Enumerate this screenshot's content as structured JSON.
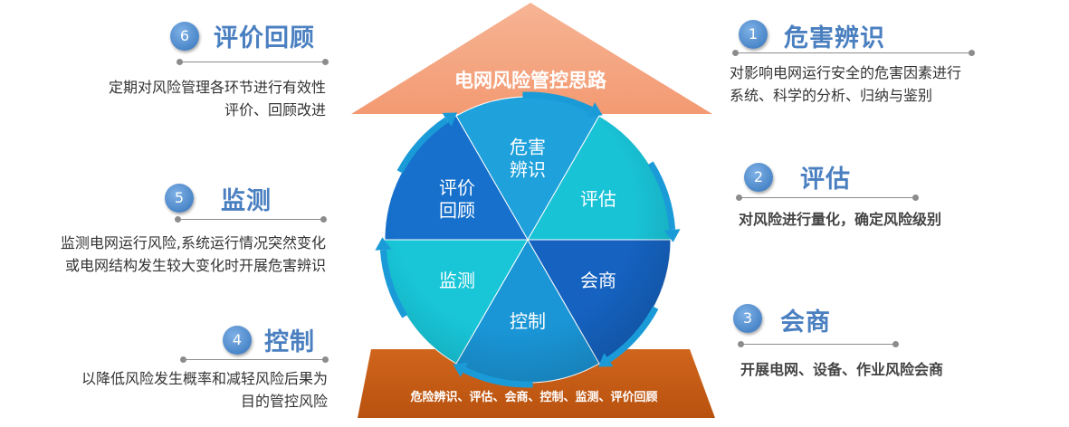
{
  "roof_label": "电网风险管控思路",
  "base_label": "危险辨识、评估、会商、控制、监测、评价回顾",
  "wheel": [
    {
      "lines": [
        "危害",
        "辨识"
      ]
    },
    {
      "lines": [
        "评估"
      ]
    },
    {
      "lines": [
        "会商"
      ]
    },
    {
      "lines": [
        "控制"
      ]
    },
    {
      "lines": [
        "监测"
      ]
    },
    {
      "lines": [
        "评价",
        "回顾"
      ]
    }
  ],
  "steps": [
    {
      "num": "1",
      "title": "危害辨识",
      "desc": [
        "对影响电网运行安全的危害因素进行",
        "系统、科学的分析、归纳与鉴别"
      ]
    },
    {
      "num": "2",
      "title": "评估",
      "desc": [
        "对风险进行量化，确定风险级别"
      ]
    },
    {
      "num": "3",
      "title": "会商",
      "desc": [
        "开展电网、设备、作业风险会商"
      ]
    },
    {
      "num": "4",
      "title": "控制",
      "desc": [
        "以降低风险发生概率和减轻风险后果为",
        "目的管控风险"
      ]
    },
    {
      "num": "5",
      "title": "监测",
      "desc": [
        "监测电网运行风险,系统运行情况突然变化",
        "或电网结构发生较大变化时开展危害辨识"
      ]
    },
    {
      "num": "6",
      "title": "评价回顾",
      "desc": [
        "定期对风险管理各环节进行有效性",
        "评价、回顾改进"
      ]
    }
  ],
  "colors": {
    "roof": "#f4a37f",
    "base": "#c85a13",
    "wheel": [
      "#1fa1dc",
      "#19c3d6",
      "#1562c0",
      "#1a95d6",
      "#18c6d8",
      "#1670cc"
    ],
    "title": "#4a7fc0",
    "arrow": "#1a9bd8"
  }
}
